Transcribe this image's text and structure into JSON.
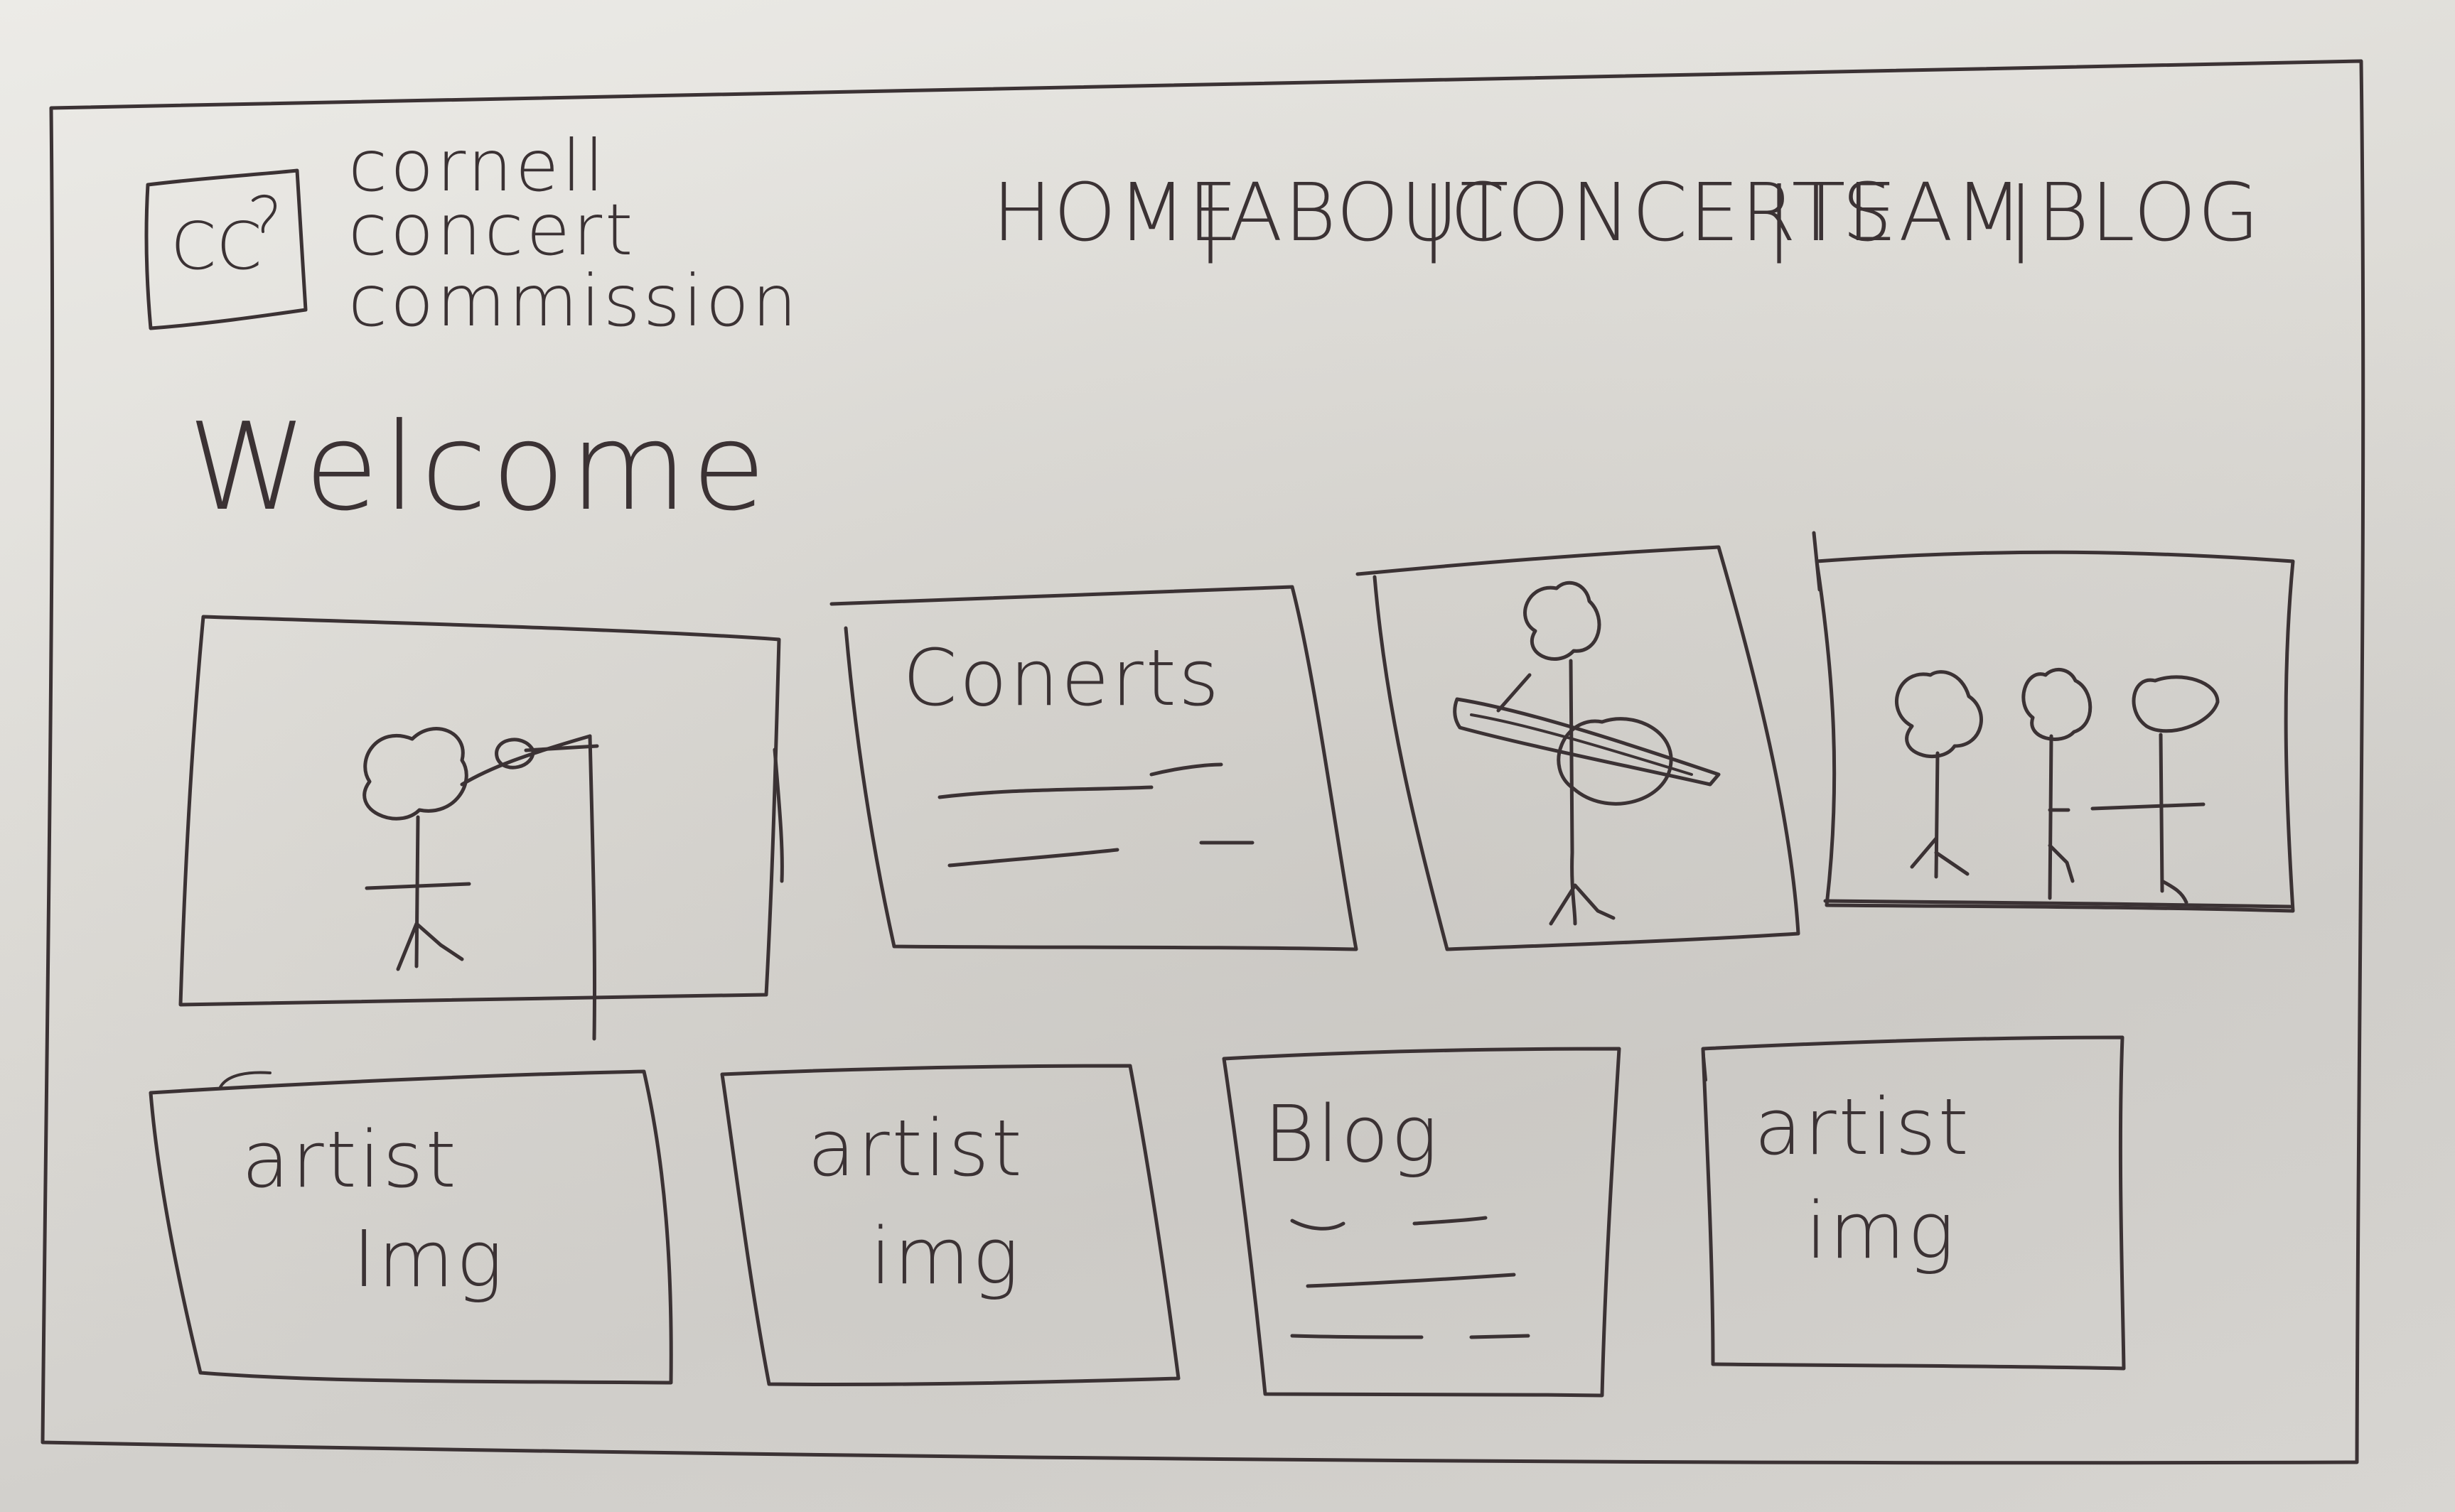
{
  "header": {
    "logo_text": "CC",
    "site_name_lines": [
      "cornell",
      "concert",
      "commission"
    ]
  },
  "nav": {
    "items": [
      {
        "label": "HOME"
      },
      {
        "label": "ABOUT"
      },
      {
        "label": "CONCERTS"
      },
      {
        "label": "TEAM"
      },
      {
        "label": "BLOG"
      }
    ],
    "separator": "|"
  },
  "main": {
    "heading": "Welcome",
    "row1": [
      {
        "kind": "image",
        "icon": "singer-with-microphone-icon"
      },
      {
        "kind": "text-card",
        "title": "Conerts"
      },
      {
        "kind": "image",
        "icon": "guitarist-icon"
      },
      {
        "kind": "image",
        "icon": "team-group-icon"
      }
    ],
    "row2": [
      {
        "kind": "image-placeholder",
        "lines": [
          "artist",
          "Img"
        ]
      },
      {
        "kind": "image-placeholder",
        "lines": [
          "artist",
          "img"
        ]
      },
      {
        "kind": "text-card",
        "title": "Blog"
      },
      {
        "kind": "image-placeholder",
        "lines": [
          "artist",
          "img"
        ]
      }
    ]
  },
  "colors": {
    "paper": "#e4e2dd",
    "ink": "#3b3234"
  }
}
